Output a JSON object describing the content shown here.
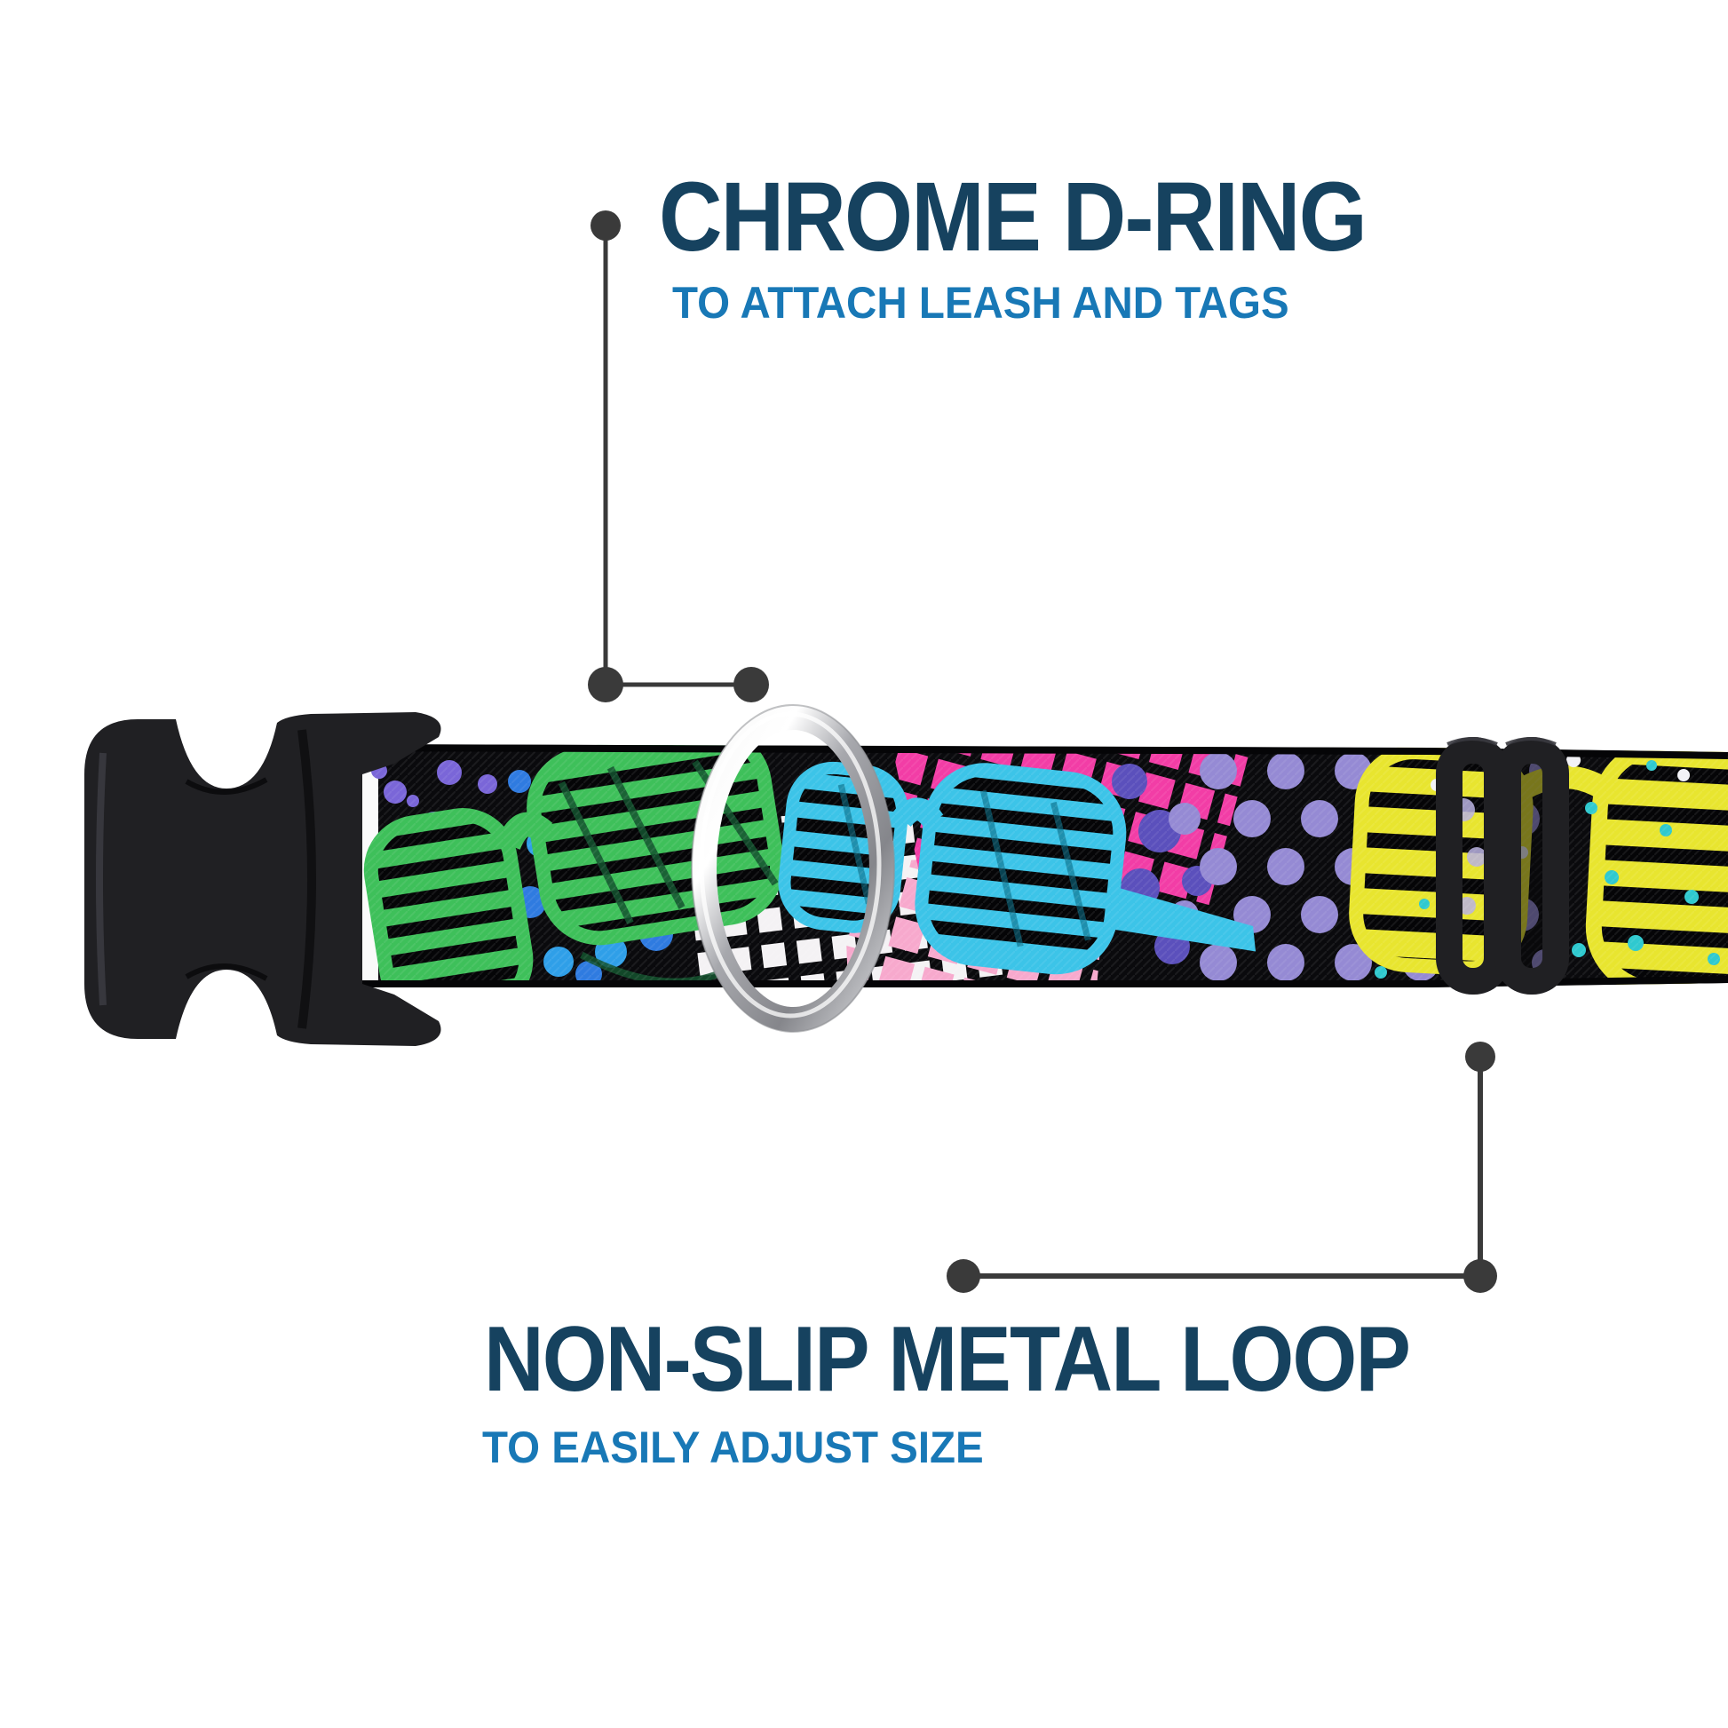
{
  "annotations": {
    "top": {
      "title": "CHROME D-RING",
      "subtitle": "TO ATTACH LEASH AND TAGS"
    },
    "bottom": {
      "title": "NON-SLIP METAL LOOP",
      "subtitle": "TO EASILY ADJUST SIZE"
    }
  },
  "colors": {
    "background": "#ffffff",
    "title_navy": "#16425f",
    "subtitle_blue": "#1878b6",
    "callout_gray": "#3a3a3a",
    "webbing_black": "#0a0a0d",
    "plastic_black": "#202023",
    "plastic_highlight": "#3a3a40",
    "chrome_light": "#f8f8f8",
    "chrome_white": "#ffffff",
    "chrome_mid": "#a7a8ad",
    "chrome_dark": "#85868b",
    "chrome_end": "#d9dadd",
    "green": "#3ec05a",
    "green_dark": "#14532f",
    "blue_lens": "#3cc4e8",
    "blue_lens_dark": "#0b6d86",
    "yellow": "#e8e52f",
    "magenta": "#f23da6",
    "pink_light": "#f7a9cd",
    "grid_white": "#f4f2f4",
    "dot_purple": "#7a66d8",
    "dot_indigo_top": "#4b43b0",
    "dot_blue": "#2f7be0",
    "dot_blue_light": "#2f9fe8",
    "dot_lavender": "#958ad4",
    "dot_lavender_light": "#b9b2e2",
    "dot_indigo": "#5b50bc",
    "dot_teal": "#2fc9cf",
    "dot_white": "#f2f2f6",
    "webbing_edge": "#050507",
    "sliver_white": "#fafafa"
  }
}
